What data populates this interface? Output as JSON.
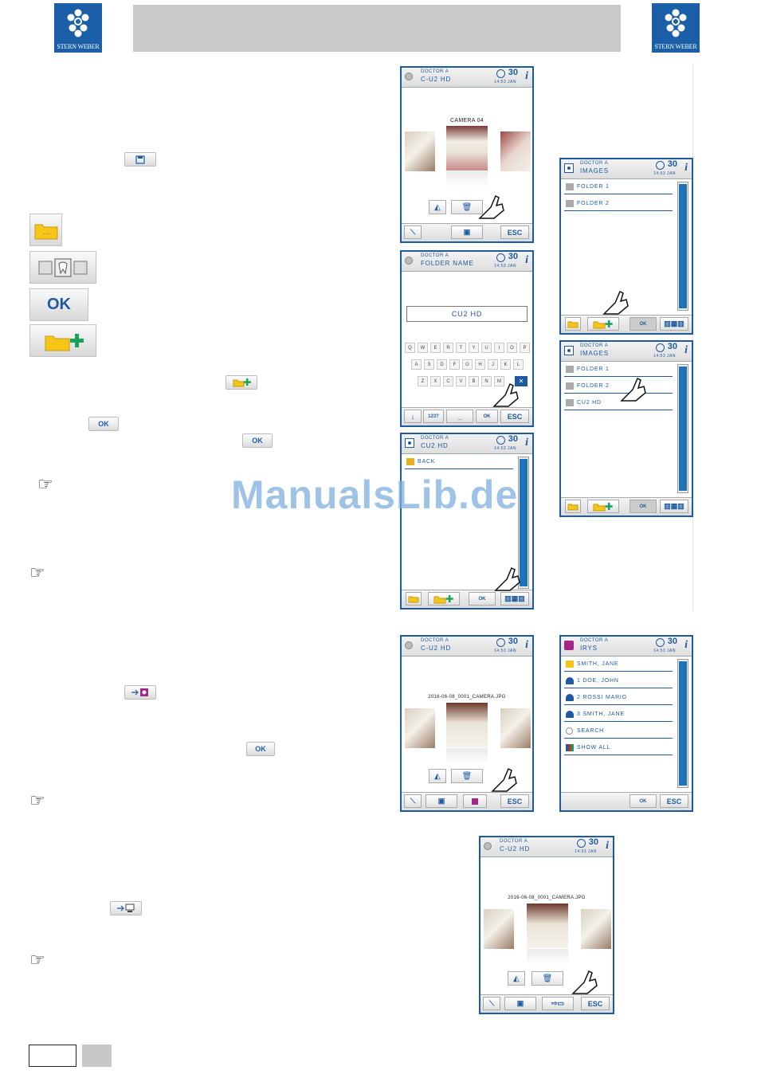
{
  "brand": {
    "logo_text": "STERN WEBER"
  },
  "watermark": "ManualsLib.de",
  "screens": {
    "camera": {
      "line1": "DOCTOR A",
      "line2": "C-U2 HD",
      "day": "30",
      "time": "14:53 JAN",
      "info": "i",
      "title": "CAMERA 04",
      "esc": "ESC"
    },
    "folder_name": {
      "line1": "DOCTOR A",
      "line2": "FOLDER NAME",
      "day": "30",
      "time": "14:53 JAN",
      "info": "i",
      "input_value": "CU2 HD",
      "keys_row1": [
        "Q",
        "W",
        "E",
        "R",
        "T",
        "Y",
        "U",
        "I",
        "O",
        "P"
      ],
      "keys_row2": [
        "A",
        "S",
        "D",
        "F",
        "G",
        "H",
        "J",
        "K",
        "L"
      ],
      "keys_row3": [
        "Z",
        "X",
        "C",
        "V",
        "B",
        "N",
        "M"
      ],
      "num_label": "123?",
      "ok": "OK",
      "esc": "ESC"
    },
    "cu2hd_folder": {
      "line1": "DOCTOR A",
      "line2": "CU2 HD",
      "day": "30",
      "time": "14:53 JAN",
      "info": "i",
      "back": "BACK",
      "ok": "OK"
    },
    "images_1": {
      "line1": "DOCTOR A",
      "line2": "IMAGES",
      "day": "30",
      "time": "14:53 JAN",
      "info": "i",
      "folders": [
        "FOLDER 1",
        "FOLDER 2"
      ],
      "ok": "OK"
    },
    "images_2": {
      "line1": "DOCTOR A",
      "line2": "IMAGES",
      "day": "30",
      "time": "14:53 JAN",
      "info": "i",
      "folders": [
        "FOLDER 1",
        "FOLDER 2",
        "CU2 HD"
      ],
      "ok": "OK"
    },
    "camera_jpg": {
      "line1": "DOCTOR A",
      "line2": "C-U2 HD",
      "day": "30",
      "time": "14:53 JAN",
      "info": "i",
      "title": "2016-06-08_0001_CAMERA.JPG",
      "esc": "ESC"
    },
    "irys": {
      "line1": "DOCTOR A",
      "line2": "IRYS",
      "day": "30",
      "time": "14:53 JAN",
      "info": "i",
      "patients": [
        "SMITH, JANE",
        "1 DOE, JOHN",
        "2 ROSSI MARIO",
        "3 SMITH, JANE"
      ],
      "search": "SEARCH",
      "show_all": "SHOW ALL",
      "ok": "OK",
      "esc": "ESC"
    },
    "camera_jpg_pc": {
      "line1": "DOCTOR A",
      "line2": "C-U2 HD",
      "day": "30",
      "time": "14:53 JAN",
      "info": "i",
      "title": "2016-06-08_0001_CAMERA.JPG",
      "esc": "ESC"
    }
  },
  "inline_buttons": {
    "ok_big": "OK",
    "ok_small_1": "OK",
    "ok_small_2": "OK",
    "ok_small_3": "OK"
  },
  "colors": {
    "brand_blue": "#1a5fa8",
    "screen_border": "#1e5aa0",
    "folder_yellow": "#f5c518",
    "add_green": "#19a35a"
  }
}
